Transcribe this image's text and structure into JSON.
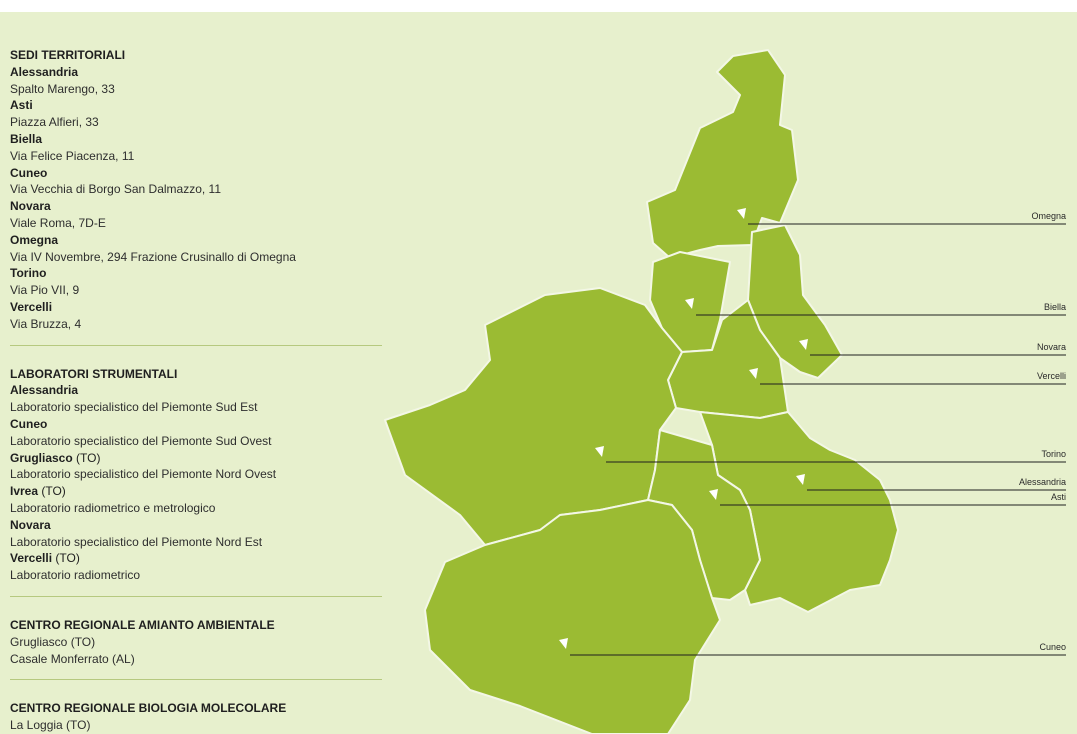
{
  "sedi": {
    "title": "SEDI TERRITORIALI",
    "items": [
      {
        "name": "Alessandria",
        "address": "Spalto Marengo, 33"
      },
      {
        "name": "Asti",
        "address": "Piazza Alfieri, 33"
      },
      {
        "name": "Biella",
        "address": "Via Felice Piacenza, 11"
      },
      {
        "name": "Cuneo",
        "address": "Via Vecchia di Borgo San Dalmazzo, 11"
      },
      {
        "name": "Novara",
        "address": "Viale Roma, 7D-E"
      },
      {
        "name": "Omegna",
        "address": "Via IV Novembre, 294 Frazione Crusinallo di Omegna"
      },
      {
        "name": "Torino",
        "address": "Via Pio VII, 9"
      },
      {
        "name": "Vercelli",
        "address": "Via Bruzza, 4"
      }
    ]
  },
  "laboratori": {
    "title": "LABORATORI STRUMENTALI",
    "items": [
      {
        "name": "Alessandria",
        "suffix": "",
        "desc": "Laboratorio specialistico del Piemonte  Sud Est"
      },
      {
        "name": "Cuneo",
        "suffix": "",
        "desc": "Laboratorio specialistico del Piemonte Sud Ovest"
      },
      {
        "name": "Grugliasco",
        "suffix": " (TO)",
        "desc": "Laboratorio specialistico del Piemonte Nord Ovest"
      },
      {
        "name": "Ivrea",
        "suffix": " (TO)",
        "desc": "Laboratorio radiometrico e metrologico"
      },
      {
        "name": "Novara",
        "suffix": "",
        "desc": "Laboratorio specialistico del Piemonte Nord Est"
      },
      {
        "name": "Vercelli",
        "suffix": " (TO)",
        "desc": "Laboratorio radiometrico"
      }
    ]
  },
  "amianto": {
    "title": "CENTRO REGIONALE AMIANTO AMBIENTALE",
    "lines": [
      "Grugliasco (TO)",
      "Casale Monferrato (AL)"
    ]
  },
  "biologia": {
    "title": "CENTRO REGIONALE BIOLOGIA MOLECOLARE",
    "lines": [
      "La Loggia (TO)"
    ]
  },
  "map": {
    "fill": "#9bbb33",
    "border": "#f3f7e6",
    "labels": [
      "Omegna",
      "Biella",
      "Novara",
      "Vercelli",
      "Torino",
      "Alessandria",
      "Asti",
      "Cuneo"
    ]
  }
}
